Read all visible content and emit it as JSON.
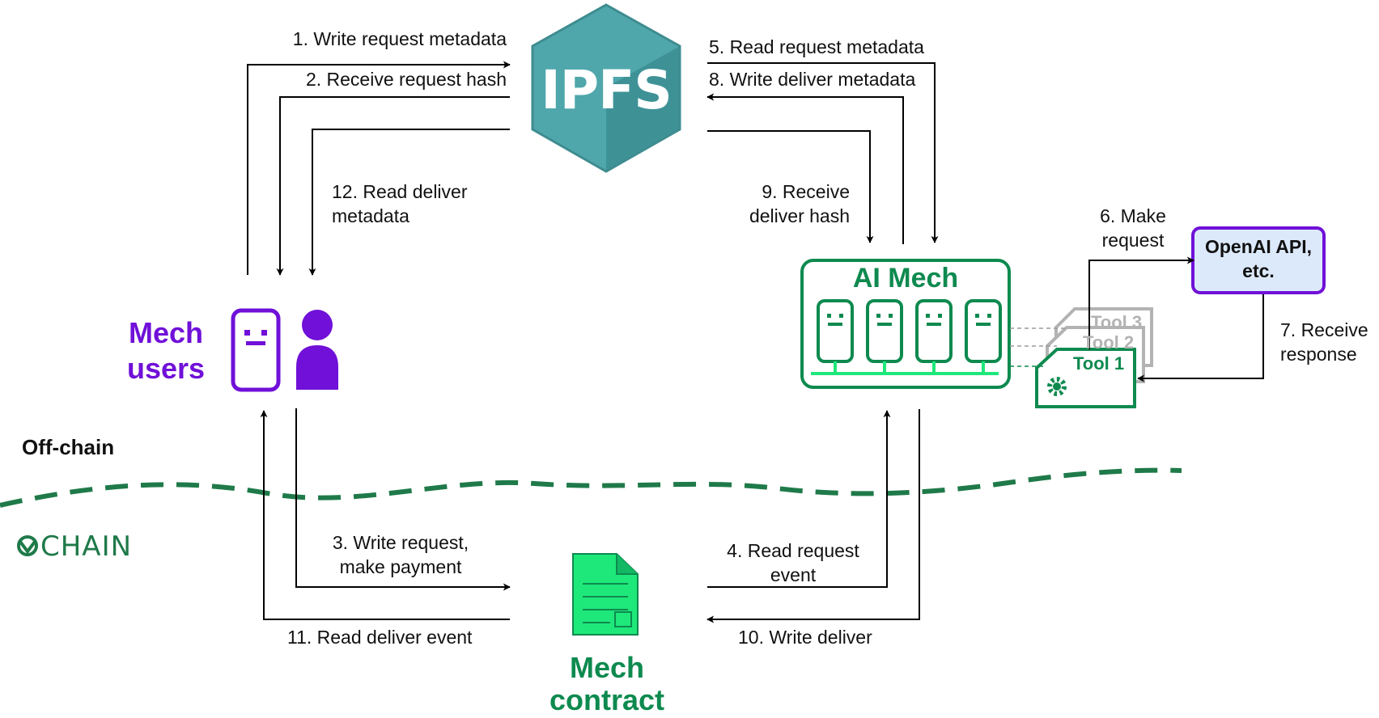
{
  "colors": {
    "purple": "#7010D8",
    "green": "#0E8A4F",
    "bright_green": "#1EE87A",
    "ipfs_teal": "#4FA7AB",
    "api_fill": "#DCE9FB",
    "dashed_line": "#1F7A49"
  },
  "steps": {
    "s1": "1. Write request metadata",
    "s2": "2. Receive request hash",
    "s3_line1": "3. Write request,",
    "s3_line2": "make payment",
    "s4_line1": "4. Read request",
    "s4_line2": "event",
    "s5": "5. Read request metadata",
    "s6_line1": "6. Make",
    "s6_line2": "request",
    "s7_line1": "7. Receive",
    "s7_line2": "response",
    "s8": "8. Write deliver metadata",
    "s9_line1": "9. Receive",
    "s9_line2": "deliver hash",
    "s10": "10. Write deliver",
    "s11": "11. Read deliver event",
    "s12_line1": "12. Read deliver",
    "s12_line2": "metadata"
  },
  "nodes": {
    "ipfs": {
      "label": "IPFS",
      "icon": "ipfs-cube-icon"
    },
    "mech_users": {
      "line1": "Mech",
      "line2": "users",
      "icons": [
        "robot-face-icon",
        "person-icon"
      ]
    },
    "ai_mech": {
      "title": "AI Mech",
      "agent_count": 4,
      "icon": "robot-agent-icon"
    },
    "tools": [
      "Tool 3",
      "Tool 2",
      "Tool 1"
    ],
    "api": {
      "line1": "OpenAI API,",
      "line2": "etc."
    },
    "contract": {
      "line1": "Mech",
      "line2": "contract",
      "icon": "document-icon"
    },
    "off_chain_label": "Off-chain",
    "chain_label": "CHAIN",
    "chain_icon": "chain-logo-icon"
  }
}
